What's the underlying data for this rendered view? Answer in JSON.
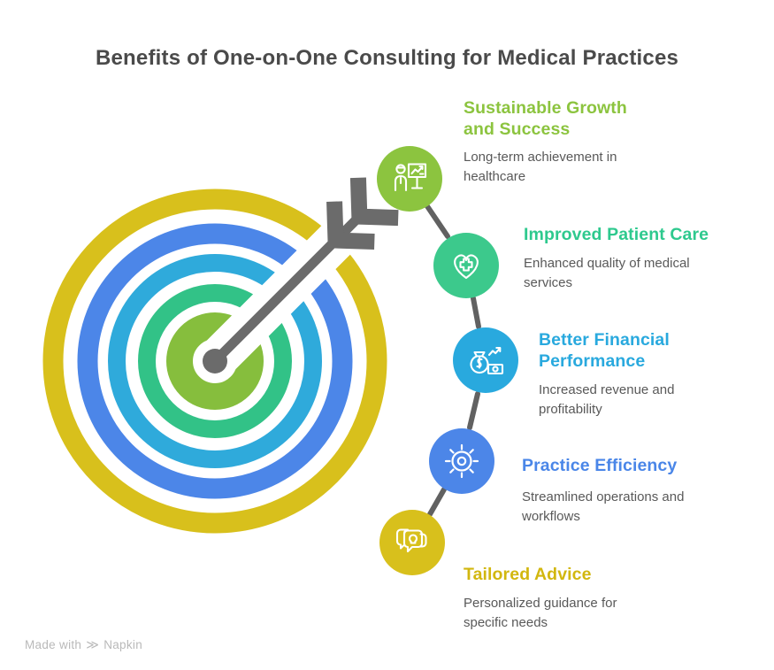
{
  "title": "Benefits of One-on-One Consulting for Medical Practices",
  "watermark": {
    "prefix": "Made with",
    "brand": "Napkin",
    "logo_icon": "napkin-logo-icon"
  },
  "diagram": {
    "type": "bullseye-target-with-arrow",
    "ring_colors_outer_to_inner": [
      "#d8c01c",
      "#4c86e8",
      "#2faadb",
      "#32c287",
      "#86be3d"
    ],
    "arrow_color": "#6b6b6b",
    "connector_color": "#616161"
  },
  "nodes": [
    {
      "label": "Sustainable Growth and Success",
      "description": "Long-term achievement in healthcare",
      "color": "#8cc43f",
      "icon": "presenter-chart-icon"
    },
    {
      "label": "Improved Patient Care",
      "description": "Enhanced quality of medical services",
      "color": "#3cc98c",
      "icon": "heart-cross-icon"
    },
    {
      "label": "Better Financial Performance",
      "description": "Increased revenue and profitability",
      "color": "#29a9de",
      "icon": "money-growth-icon"
    },
    {
      "label": "Practice Efficiency",
      "description": "Streamlined operations and workflows",
      "color": "#4c86e8",
      "icon": "gear-icon"
    },
    {
      "label": "Tailored Advice",
      "description": "Personalized guidance for specific needs",
      "color": "#d8c01c",
      "icon": "chat-lightbulb-icon"
    }
  ]
}
